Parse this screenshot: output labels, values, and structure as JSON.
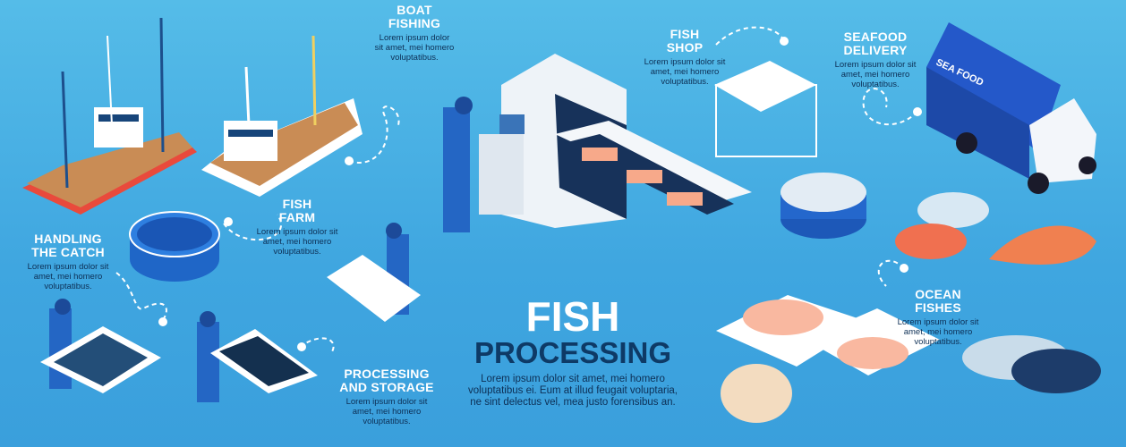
{
  "colors": {
    "background": "#45ade2",
    "title": "#ffffff",
    "body_text": "#0d2f55",
    "headline_dark": "#0e3a66"
  },
  "main": {
    "title_line1": "FISH",
    "title_line2": "PROCESSING",
    "body": "Lorem ipsum dolor sit amet, mei homero voluptatibus ei. Eum at illud feugait voluptaria, ne sint delectus vel, mea justo forensibus an."
  },
  "sections": [
    {
      "title": "BOAT FISHING",
      "body": "Lorem ipsum dolor sit amet, mei homero voluptatibus."
    },
    {
      "title": "FISH SHOP",
      "body": "Lorem ipsum dolor sit amet, mei homero voluptatibus."
    },
    {
      "title": "SEAFOOD DELIVERY",
      "body": "Lorem ipsum dolor sit amet, mei homero voluptatibus."
    },
    {
      "title": "FISH FARM",
      "body": "Lorem ipsum dolor sit amet, mei homero voluptatibus."
    },
    {
      "title": "HANDLING THE CATCH",
      "body": "Lorem ipsum dolor sit amet, mei homero voluptatibus."
    },
    {
      "title": "OCEAN FISHES",
      "body": "Lorem ipsum dolor sit amet, mei homero voluptatibus."
    },
    {
      "title": "PROCESSING AND STORAGE",
      "body": "Lorem ipsum dolor sit amet, mei homero voluptatibus."
    }
  ],
  "truck_logo": "SEA FOOD"
}
